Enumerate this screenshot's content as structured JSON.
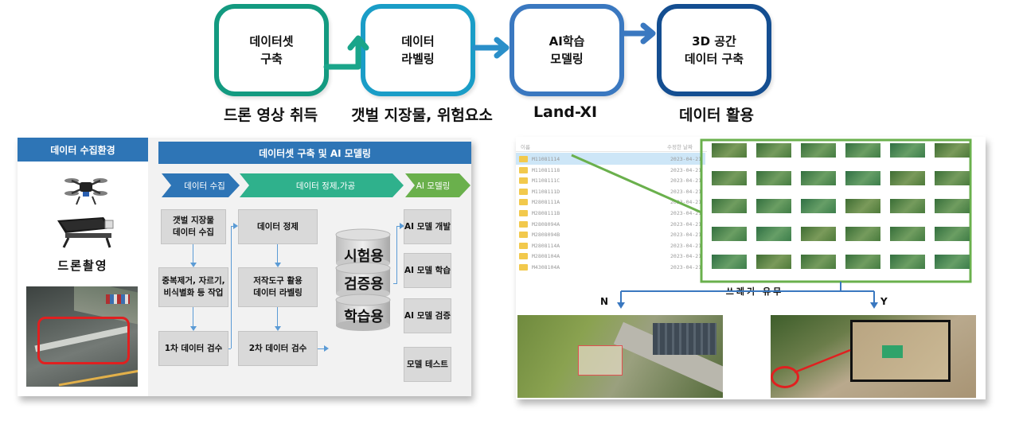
{
  "flow": {
    "steps": [
      {
        "line1": "데이터셋",
        "line2": "구축",
        "color": "#139a80"
      },
      {
        "line1": "데이터",
        "line2": "라벨링",
        "color": "#1a9dc7"
      },
      {
        "line1": "AI학습",
        "line2": "모델링",
        "color": "#3a78c0"
      },
      {
        "line1": "3D 공간",
        "line2": "데이터 구축",
        "color": "#144e91"
      }
    ],
    "captions": [
      "드론 영상 취득",
      "갯벌 지장물, 위험요소",
      "Land-XI",
      "데이터 활용"
    ]
  },
  "left_panel": {
    "env_header": "데이터 수집환경",
    "drone_label": "드론촬영",
    "main_header": "데이터셋 구축 및 AI 모델링",
    "phases": [
      "데이터 수집",
      "데이터 정제,가공",
      "AI 모델링"
    ],
    "col1": [
      "갯벌 지장물\n데이터 수집",
      "중복제거, 자르기,\n비식별화 등 작업",
      "1차 데이터 검수"
    ],
    "col2": [
      "데이터 정제",
      "저작도구 활용\n데이터 라벨링",
      "2차 데이터 검수"
    ],
    "cylinders": [
      "시험용",
      "검증용",
      "학습용"
    ],
    "col4": [
      "AI 모델 개발",
      "AI 모델 학습",
      "AI 모델 검증",
      "모델 테스트"
    ]
  },
  "right_panel": {
    "list_header": [
      "이름",
      "수정한 날짜"
    ],
    "files": [
      {
        "name": "M11081114",
        "date": "2023-04-21"
      },
      {
        "name": "M11081118",
        "date": "2023-04-21"
      },
      {
        "name": "M1108111C",
        "date": "2023-04-21"
      },
      {
        "name": "M1108111D",
        "date": "2023-04-21"
      },
      {
        "name": "M2808111A",
        "date": "2023-04-21"
      },
      {
        "name": "M2808111B",
        "date": "2023-04-21"
      },
      {
        "name": "M2808094A",
        "date": "2023-04-21"
      },
      {
        "name": "M2808094B",
        "date": "2023-04-21"
      },
      {
        "name": "M2808114A",
        "date": "2023-04-21"
      },
      {
        "name": "M2808104A",
        "date": "2023-04-21"
      },
      {
        "name": "M4308104A",
        "date": "2023-04-21"
      }
    ],
    "decision_label": "쓰레기 유무",
    "no_label": "N",
    "yes_label": "Y"
  },
  "colors": {
    "blue_header": "#2e75b6",
    "teal_chevron": "#2fb18c",
    "green_chevron": "#6ab04c",
    "highlight_green": "#6ab04c",
    "marker_red": "#e02020"
  }
}
